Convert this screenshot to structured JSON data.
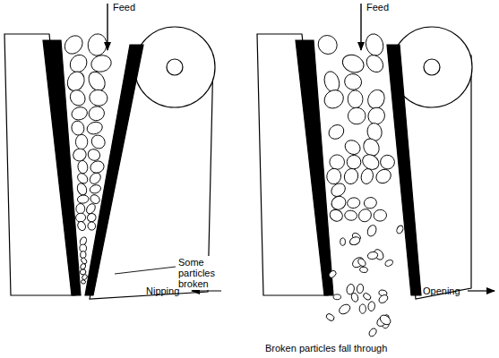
{
  "diagram": {
    "labels": [
      "Feed",
      "Some particles broken",
      "Nipping",
      "Feed",
      "Opening",
      "Broken particles fall through"
    ]
  }
}
